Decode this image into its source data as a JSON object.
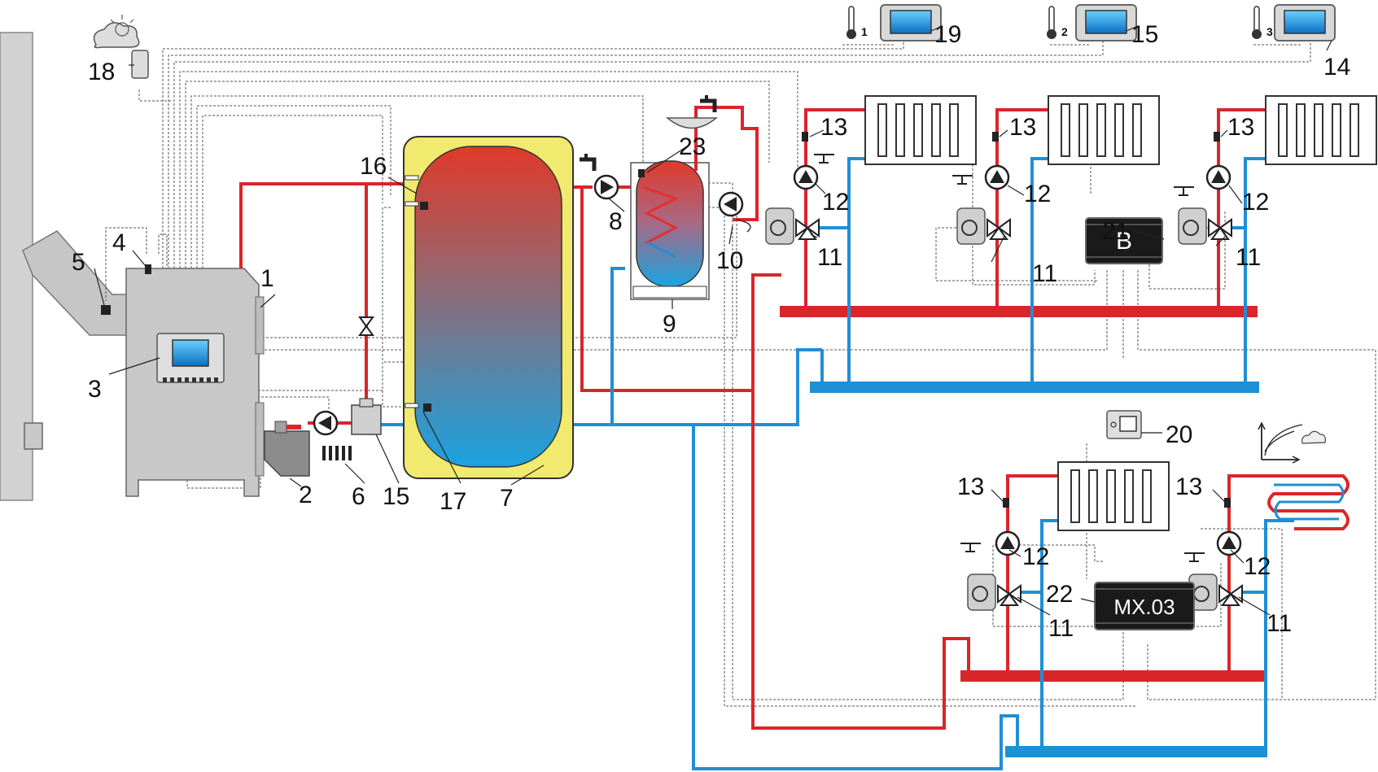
{
  "colors": {
    "hot": "#d9262b",
    "cold": "#1f8fd6",
    "boiler": "#c9c9c9",
    "tank_jacket": "#f2ea6e"
  },
  "labels": {
    "n1": "1",
    "n2": "2",
    "n3": "3",
    "n4": "4",
    "n5": "5",
    "n6": "6",
    "n7": "7",
    "n8": "8",
    "n9": "9",
    "n10": "10",
    "n11": "11",
    "n12": "12",
    "n13": "13",
    "n14": "14",
    "n15": "15",
    "n16": "16",
    "n17": "17",
    "n18": "18",
    "n19": "19",
    "n20": "20",
    "n21": "21",
    "n22": "22",
    "n23": "23"
  },
  "modules": {
    "b_module": "B",
    "mx_module": "MX.03"
  },
  "thermostats": {
    "t1": "1",
    "t2": "2",
    "t3": "3"
  },
  "icons": [
    "weather-cloud-icon",
    "outdoor-sensor-icon",
    "room-thermometer-icon",
    "pump-icon",
    "mixing-valve-icon",
    "tap-icon",
    "heating-curve-icon"
  ]
}
